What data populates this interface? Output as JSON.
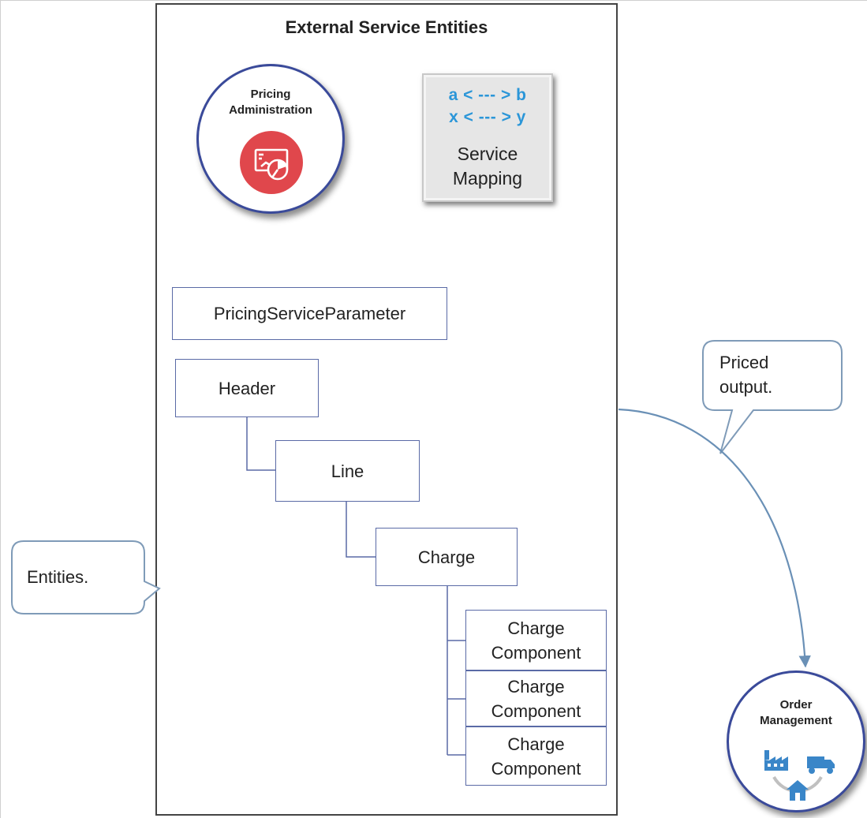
{
  "diagram": {
    "container_title": "External Service Entities",
    "pricing_admin": {
      "label_line1": "Pricing",
      "label_line2": "Administration",
      "icon": "pricing-chart-icon",
      "icon_color": "#e0474c"
    },
    "service_mapping": {
      "map_line1": "a < --- > b",
      "map_line2": "x < --- > y",
      "label_line1": "Service",
      "label_line2": "Mapping",
      "map_color": "#2b96d8"
    },
    "entities": {
      "pricing_service_parameter": "PricingServiceParameter",
      "header": "Header",
      "line": "Line",
      "charge": "Charge",
      "charge_components": [
        {
          "line1": "Charge",
          "line2": "Component"
        },
        {
          "line1": "Charge",
          "line2": "Component"
        },
        {
          "line1": "Charge",
          "line2": "Component"
        }
      ]
    },
    "callouts": {
      "entities": "Entities.",
      "priced_output_line1": "Priced",
      "priced_output_line2": "output."
    },
    "order_management": {
      "label_line1": "Order",
      "label_line2": "Management",
      "icon": "supply-chain-icon",
      "icon_color": "#3a86c8"
    },
    "colors": {
      "circle_border": "#3a4a9a",
      "entity_border": "#5a6aa6",
      "callout_border": "#7f9bb8"
    }
  }
}
